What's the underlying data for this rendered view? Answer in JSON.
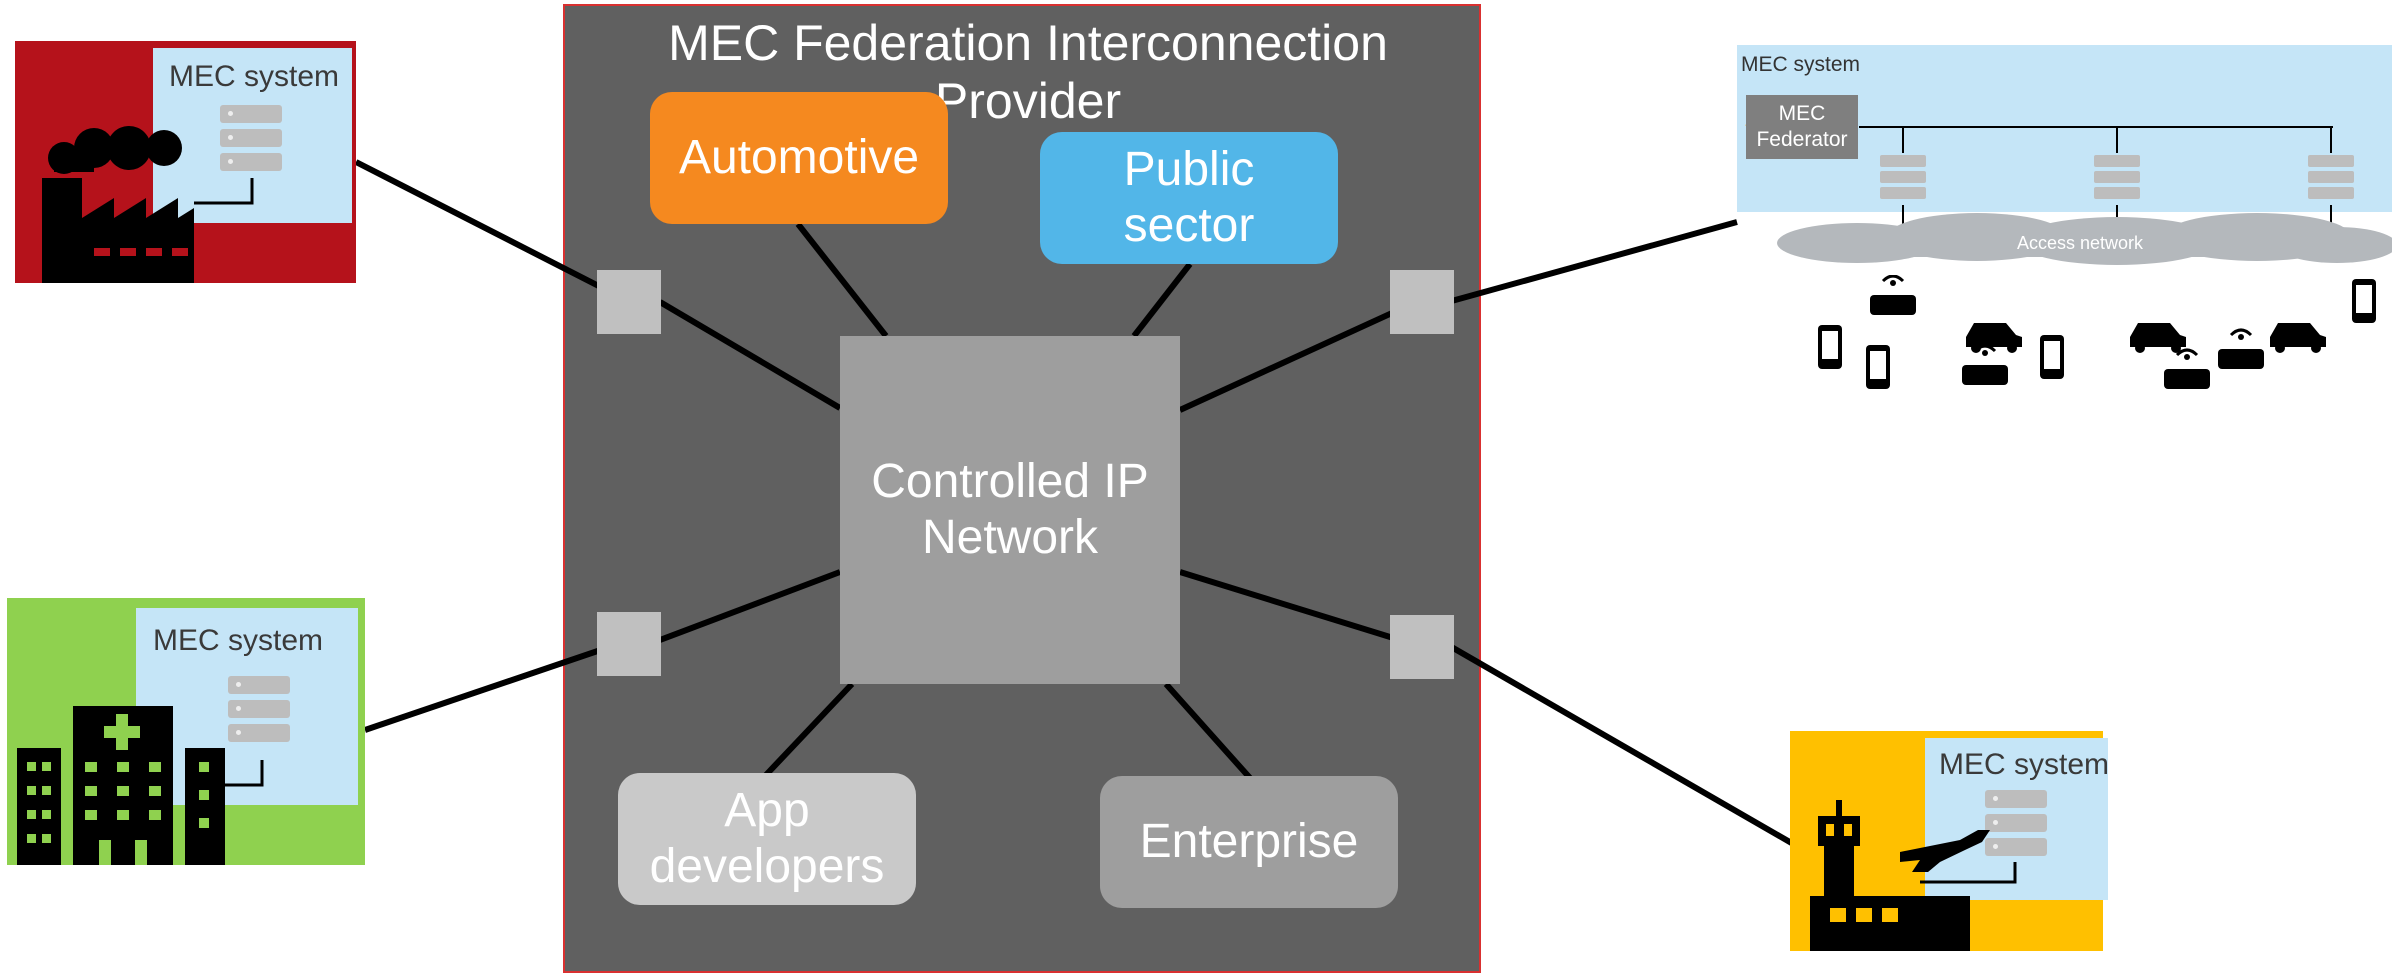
{
  "provider": {
    "title": "MEC Federation Interconnection Provider"
  },
  "core": {
    "line1": "Controlled IP",
    "line2": "Network"
  },
  "tiles": {
    "automotive": {
      "line1": "Automotive",
      "line2": ""
    },
    "public_sector": {
      "line1": "Public",
      "line2": "sector"
    },
    "app_developers": {
      "line1": "App",
      "line2": "developers"
    },
    "enterprise": {
      "line1": "Enterprise",
      "line2": ""
    }
  },
  "sites": {
    "factory": {
      "mec_label": "MEC system"
    },
    "hospital": {
      "mec_label": "MEC system"
    },
    "airport": {
      "mec_label": "MEC system"
    },
    "network": {
      "mec_label": "MEC system",
      "federator": {
        "line1": "MEC",
        "line2": "Federator"
      },
      "access_network": "Access network"
    }
  },
  "colors": {
    "provider_bg": "#606060",
    "automotive": "#f5891f",
    "public_sector": "#52b6e8",
    "app_developers": "#c9c9c9",
    "enterprise": "#9e9e9e",
    "factory": "#b5121b",
    "hospital": "#8fd14f",
    "airport": "#ffc000",
    "mec_system": "#c5e5f7"
  },
  "icons": {
    "factory": "factory-icon",
    "hospital": "hospital-icon",
    "airport": "airport-icon",
    "server": "server-icon",
    "cloud": "cloud-icon",
    "car": "car-icon",
    "phone": "phone-icon",
    "router": "router-icon"
  }
}
